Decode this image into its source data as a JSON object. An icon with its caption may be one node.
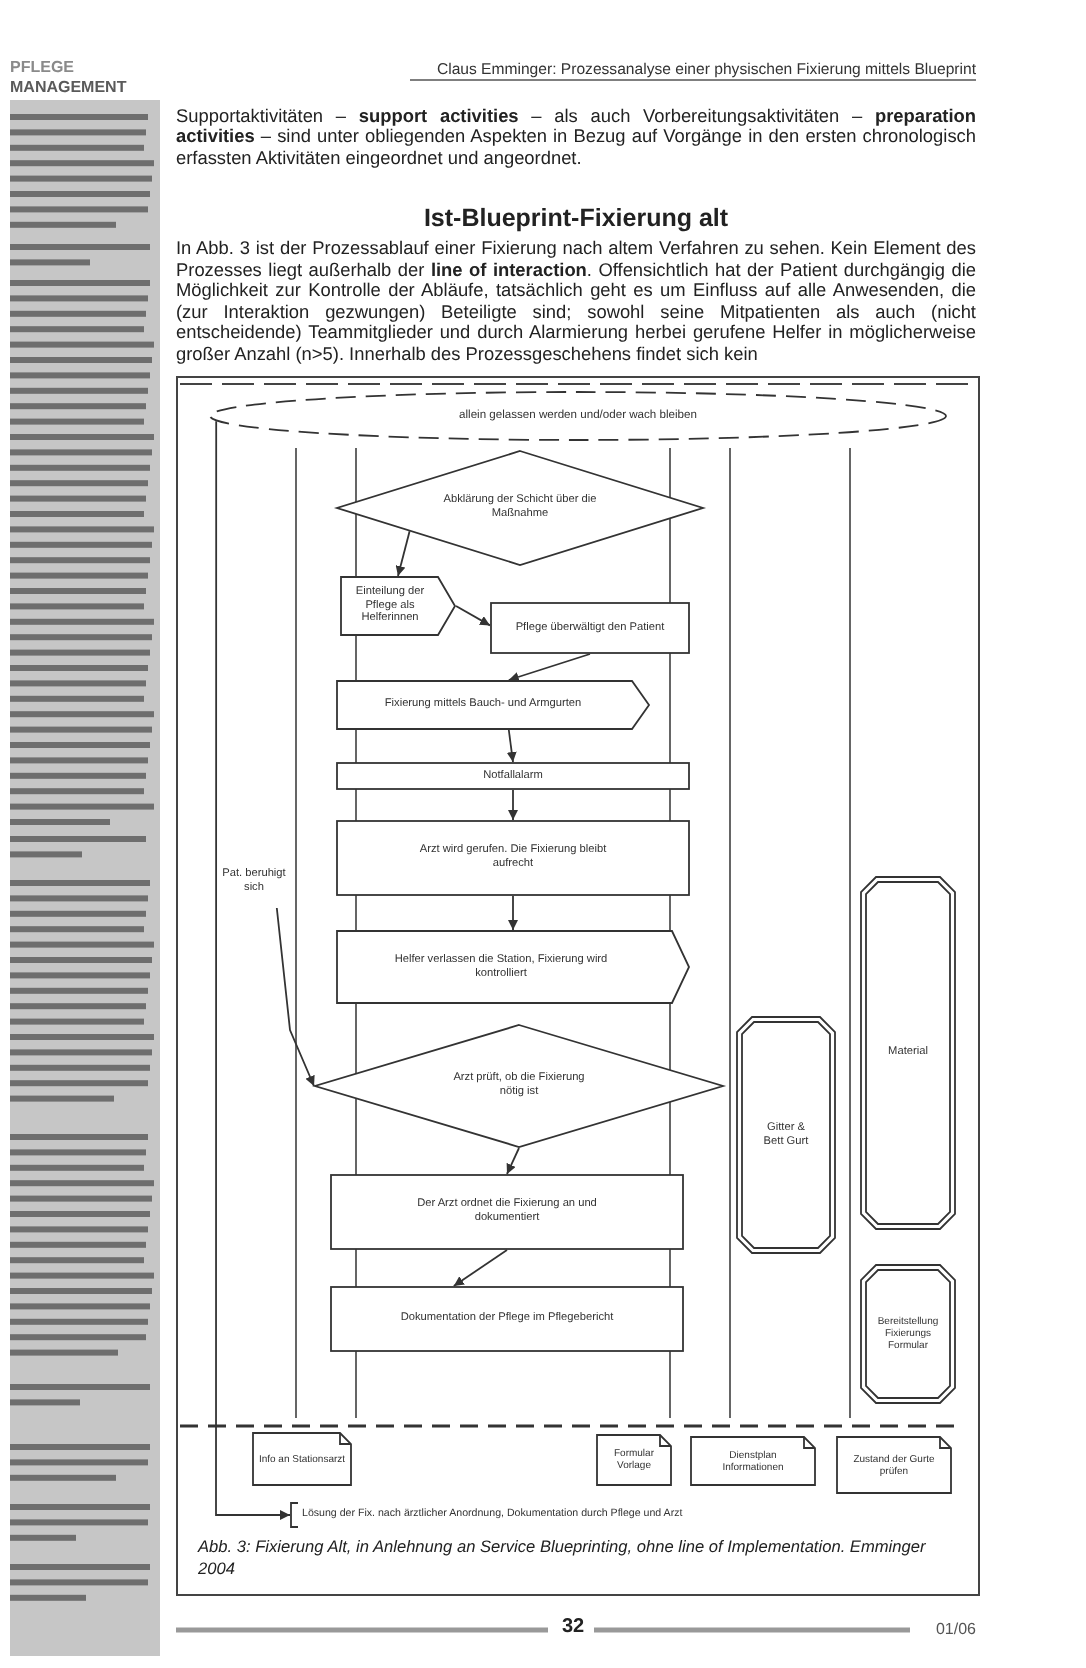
{
  "diagram": {
    "title": "Ist-Blueprint-Fixierung alt",
    "caption": "Abb. 3: Fixierung Alt, in Anlehnung an Service Blueprinting, ohne line of Implementation. Emminger 2004",
    "nodes": [
      {
        "text": [
          "allein gelassen werden und/oder wach bleiben"
        ]
      },
      {
        "text": [
          "Abklärung der Schicht über die Maßnahme"
        ]
      },
      {
        "text": [
          "Einteilung der Pflege als Helferinnen"
        ]
      },
      {
        "text": [
          "Pflege überwältigt den Patient"
        ]
      },
      {
        "text": [
          "Fixierung mittels Bauch- und Armgurten"
        ]
      },
      {
        "text": [
          "Notfallalarm"
        ]
      },
      {
        "text": [
          "Arzt wird gerufen. Die Fixierung bleibt aufrecht"
        ]
      },
      {
        "text": [
          "Pat. beruhigt sich"
        ]
      },
      {
        "text": [
          "Material"
        ]
      },
      {
        "text": [
          "Helfer verlassen die Station, Fixierung wird kontrolliert"
        ]
      },
      {
        "text": [
          "Gitter & Bett Gurt"
        ]
      },
      {
        "text": [
          "Arzt prüft, ob die Fixierung nötig ist"
        ]
      },
      {
        "text": [
          "Der Arzt ordnet die Fixierung an und dokumentiert"
        ]
      },
      {
        "text": [
          "Bereitstellung Fixierungs Formular"
        ]
      },
      {
        "text": [
          "Dokumentation der Pflege im Pflegebericht"
        ]
      },
      {
        "text": [
          "Info an Stationsarzt"
        ]
      },
      {
        "text": [
          "Formular Vorlage"
        ]
      },
      {
        "text": [
          "Dienstplan Informationen"
        ]
      },
      {
        "text": [
          "Zustand der Gurte prüfen"
        ]
      },
      {
        "text": [
          "Lösung der Fix. nach ärztlicher Anordnung, Dokumentation durch Pflege und Arzt"
        ]
      }
    ],
    "edges": [
      {
        "from": 1,
        "to": 2,
        "arrow": "to"
      },
      {
        "from": 2,
        "to": 3,
        "arrow": "to"
      },
      {
        "from": 3,
        "to": 4,
        "arrow": "to"
      },
      {
        "from": 4,
        "to": 5,
        "arrow": "to"
      },
      {
        "from": 5,
        "to": 6,
        "arrow": "to"
      },
      {
        "from": 6,
        "to": 9,
        "arrow": "to"
      },
      {
        "from": 7,
        "to": 11,
        "arrow": "to"
      },
      {
        "from": 11,
        "to": 12,
        "arrow": "to"
      },
      {
        "from": 12,
        "to": 14,
        "arrow": "to"
      },
      {
        "from": 0,
        "to": 19,
        "arrow": "to"
      }
    ],
    "labels": [
      "PFLEGE",
      "MANAGEMENT",
      "Claus Emminger: Prozessanalyse einer physischen Fixierung mittels Blueprint",
      "Supportaktivitäten – **support activities** – als auch Vorbereitungsaktivitäten – **preparation activities** – sind unter obliegenden Aspekten in Bezug auf Vorgänge in den ersten chronologisch erfassten Aktivitäten eingeordnet und angeordnet.",
      "In Abb. 3 ist der Prozessablauf einer Fixierung nach altem Verfahren zu sehen. Kein Element des Prozesses liegt außerhalb der **line of interaction**. Offensichtlich hat der Patient durchgängig die Möglichkeit zur Kontrolle der Abläufe, tatsächlich geht es um Einfluss auf alle Anwesenden, die (zur Interaktion gezwungen) Beteiligte sind; sowohl seine Mitpatienten als auch (nicht entscheidende) Teammitglieder und durch Alarmierung herbei gerufene Helfer in möglicherweise großer Anzahl (n>5). Innerhalb des Prozessgeschehens findet sich kein",
      "32",
      "01/06"
    ]
  }
}
